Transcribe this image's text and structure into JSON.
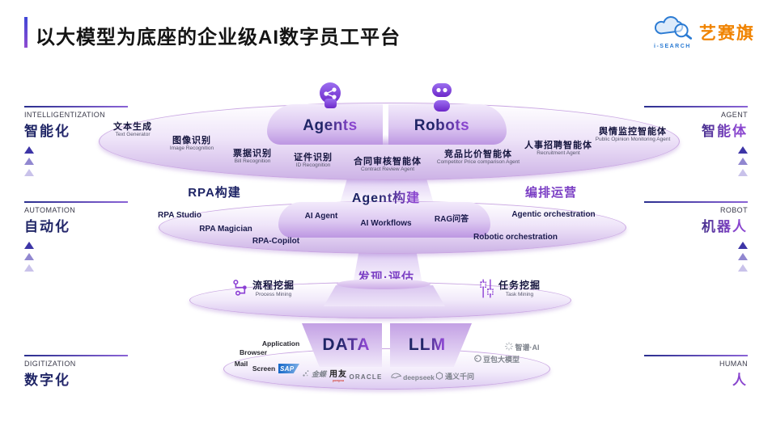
{
  "title": {
    "text": "以大模型为底座的企业级AI数字员工平台"
  },
  "logo": {
    "brand_cn": "艺赛旗",
    "brand_en": "i-SEARCH"
  },
  "colors": {
    "accent_purple": "#7b3fc4",
    "navy": "#1f2566",
    "brand_orange": "#f08300",
    "brand_blue": "#2b7bd3"
  },
  "layers": [
    {
      "left_label": {
        "en": "INTELLIGENTIZATION",
        "cn": "智能化"
      },
      "right_label": {
        "en": "AGENT",
        "cn": "智能体"
      },
      "center": {
        "agents": "Agents",
        "robots": "Robots"
      },
      "items": [
        {
          "cn": "文本生成",
          "en": "Text Generator"
        },
        {
          "cn": "图像识别",
          "en": "Image Recognition"
        },
        {
          "cn": "票据识别",
          "en": "Bill Recognition"
        },
        {
          "cn": "证件识别",
          "en": "ID Recognition"
        },
        {
          "cn": "合同审核智能体",
          "en": "Contract Review Agent"
        },
        {
          "cn": "竞品比价智能体",
          "en": "Competitor Price comparison Agent"
        },
        {
          "cn": "人事招聘智能体",
          "en": "Recruitment Agent"
        },
        {
          "cn": "舆情监控智能体",
          "en": "Public Opinion Monitoring Agent"
        }
      ]
    },
    {
      "left_label": {
        "en": "AUTOMATION",
        "cn": "自动化"
      },
      "right_label": {
        "en": "ROBOT",
        "cn": "机器人"
      },
      "groups": [
        {
          "title": "RPA构建",
          "items": [
            "RPA Studio",
            "RPA Magician",
            "RPA-Copilot"
          ]
        },
        {
          "title": "Agent构建",
          "items": [
            "AI Agent",
            "AI Workflows",
            "RAG问答"
          ]
        },
        {
          "title": "编排运营",
          "items": [
            "Agentic orchestration",
            "Robotic orchestration"
          ]
        }
      ]
    },
    {
      "title": "发现·评估",
      "items": [
        {
          "cn": "流程挖掘",
          "en": "Process Mining"
        },
        {
          "cn": "任务挖掘",
          "en": "Task Mining"
        }
      ]
    },
    {
      "left_label": {
        "en": "DIGITIZATION",
        "cn": "数字化"
      },
      "right_label": {
        "en": "HUMAN",
        "cn": "人"
      },
      "pillars": {
        "data": "DATA",
        "llm": "LLM"
      },
      "sources": [
        "Mail",
        "Browser",
        "Application",
        "Screen"
      ],
      "vendors": [
        {
          "name": "SAP"
        },
        {
          "name": "金蝶"
        },
        {
          "name": "用友",
          "sub": "yonyou"
        },
        {
          "name": "ORACLE"
        }
      ],
      "llms": [
        "deepseek",
        "通义千问",
        "豆包大模型",
        "智谱·AI"
      ]
    }
  ]
}
